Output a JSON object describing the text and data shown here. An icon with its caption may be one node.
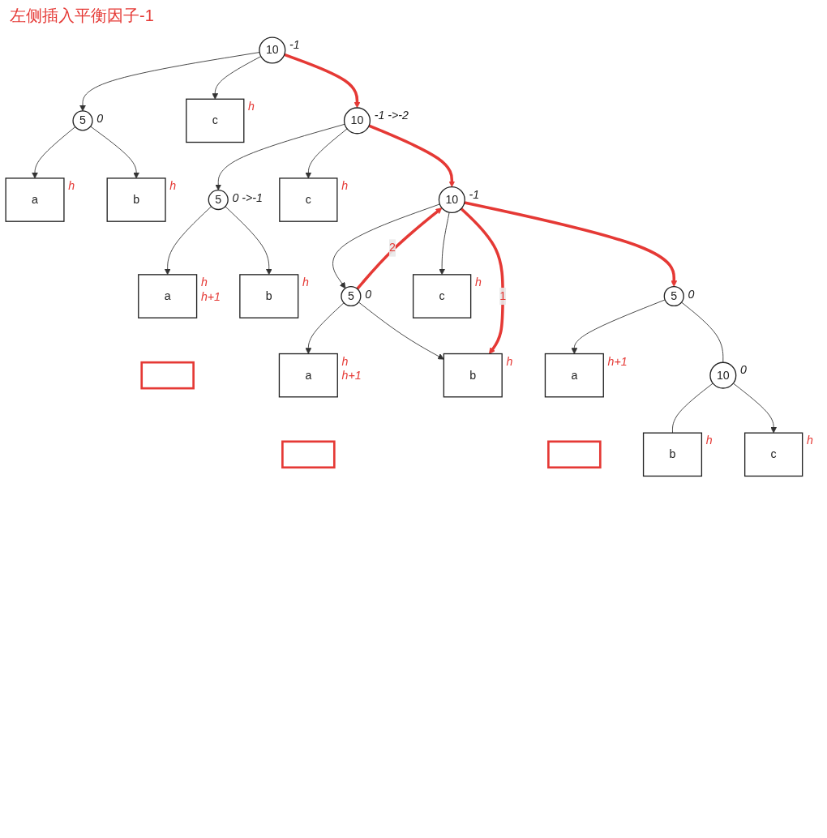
{
  "diagram": {
    "nodes": [
      {
        "text": [
          "10"
        ],
        "beside": [
          "-1"
        ]
      },
      {
        "text": [
          "5"
        ],
        "beside": [
          "0"
        ]
      },
      {
        "text": [
          "c"
        ],
        "beside": [
          "h"
        ]
      },
      {
        "text": [
          "a"
        ],
        "beside": [
          "h"
        ]
      },
      {
        "text": [
          "b"
        ],
        "beside": [
          "h"
        ]
      },
      {
        "text": [
          "10"
        ],
        "beside": [
          "-1 ->-2"
        ]
      },
      {
        "text": [
          "5"
        ],
        "beside": [
          "0 ->-1"
        ]
      },
      {
        "text": [
          "c"
        ],
        "beside": [
          "h"
        ]
      },
      {
        "text": [
          "a"
        ],
        "beside": [
          "h",
          "h+1"
        ]
      },
      {
        "text": [],
        "shape": "box"
      },
      {
        "text": [
          "b"
        ],
        "beside": [
          "h"
        ]
      },
      {
        "text": [
          "10"
        ],
        "beside": [
          "-1"
        ]
      },
      {
        "text": [
          "5"
        ],
        "beside": [
          "0"
        ]
      },
      {
        "text": [
          "c"
        ],
        "beside": [
          "h"
        ]
      },
      {
        "text": [
          "a"
        ],
        "beside": [
          "h",
          "h+1"
        ]
      },
      {
        "text": [],
        "shape": "box"
      },
      {
        "text": [
          "b"
        ],
        "beside": [
          "h"
        ]
      },
      {
        "text": [
          "5"
        ],
        "beside": [
          "0"
        ]
      },
      {
        "text": [
          "a"
        ],
        "beside": [
          "h+1"
        ]
      },
      {
        "text": [],
        "shape": "box"
      },
      {
        "text": [
          "10"
        ],
        "beside": [
          "0"
        ]
      },
      {
        "text": [
          "b"
        ],
        "beside": [
          "h"
        ]
      },
      {
        "text": [
          "c"
        ],
        "beside": [
          "h"
        ]
      }
    ],
    "edges": [
      {
        "from": 0,
        "to": 1,
        "arrow": "to"
      },
      {
        "from": 0,
        "to": 2,
        "arrow": "to"
      },
      {
        "from": 1,
        "to": 3,
        "arrow": "to"
      },
      {
        "from": 1,
        "to": 4,
        "arrow": "to"
      },
      {
        "from": 0,
        "to": 5,
        "arrow": "to",
        "style": "thick",
        "color": "#e53935"
      },
      {
        "from": 5,
        "to": 6,
        "arrow": "to"
      },
      {
        "from": 5,
        "to": 7,
        "arrow": "to"
      },
      {
        "from": 6,
        "to": 8,
        "arrow": "to"
      },
      {
        "from": 6,
        "to": 10,
        "arrow": "to"
      },
      {
        "from": 5,
        "to": 11,
        "arrow": "to",
        "style": "thick",
        "color": "#e53935"
      },
      {
        "from": 11,
        "to": 12,
        "arrow": "to"
      },
      {
        "from": 11,
        "to": 13,
        "arrow": "to"
      },
      {
        "from": 12,
        "to": 14,
        "arrow": "to"
      },
      {
        "from": 12,
        "to": 16,
        "arrow": "to"
      },
      {
        "from": 12,
        "to": 11,
        "arrow": "to",
        "label": "2",
        "style": "thick",
        "color": "#e53935"
      },
      {
        "from": 11,
        "to": 16,
        "arrow": "to",
        "label": "1",
        "style": "thick",
        "color": "#e53935"
      },
      {
        "from": 11,
        "to": 17,
        "arrow": "to",
        "style": "thick",
        "color": "#e53935"
      },
      {
        "from": 17,
        "to": 18,
        "arrow": "to"
      },
      {
        "from": 17,
        "to": 20,
        "arrow": "none"
      },
      {
        "from": 20,
        "to": 21,
        "arrow": "none"
      },
      {
        "from": 20,
        "to": 22,
        "arrow": "to"
      }
    ],
    "labels": [
      "左侧插入平衡因子-1"
    ]
  }
}
